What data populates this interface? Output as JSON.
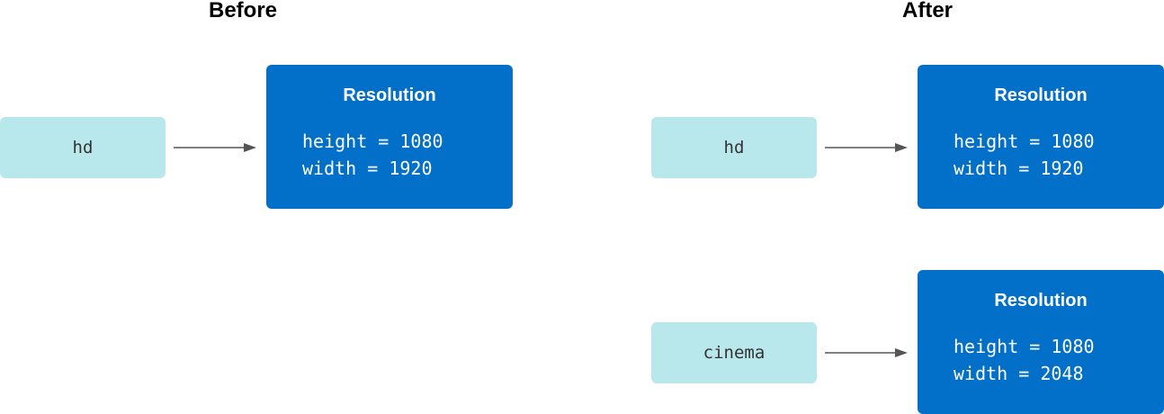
{
  "before": {
    "heading": "Before",
    "variable": "hd",
    "struct": {
      "title": "Resolution",
      "height_line": "height = 1080",
      "width_line": "width = 1920"
    }
  },
  "after": {
    "heading": "After",
    "hd": {
      "variable": "hd",
      "struct": {
        "title": "Resolution",
        "height_line": "height = 1080",
        "width_line": "width = 1920"
      }
    },
    "cinema": {
      "variable": "cinema",
      "struct": {
        "title": "Resolution",
        "height_line": "height = 1080",
        "width_line": "width = 2048"
      }
    }
  },
  "colors": {
    "variable_box": "#b9e8ec",
    "struct_box": "#0270c8",
    "arrow": "#555555"
  }
}
